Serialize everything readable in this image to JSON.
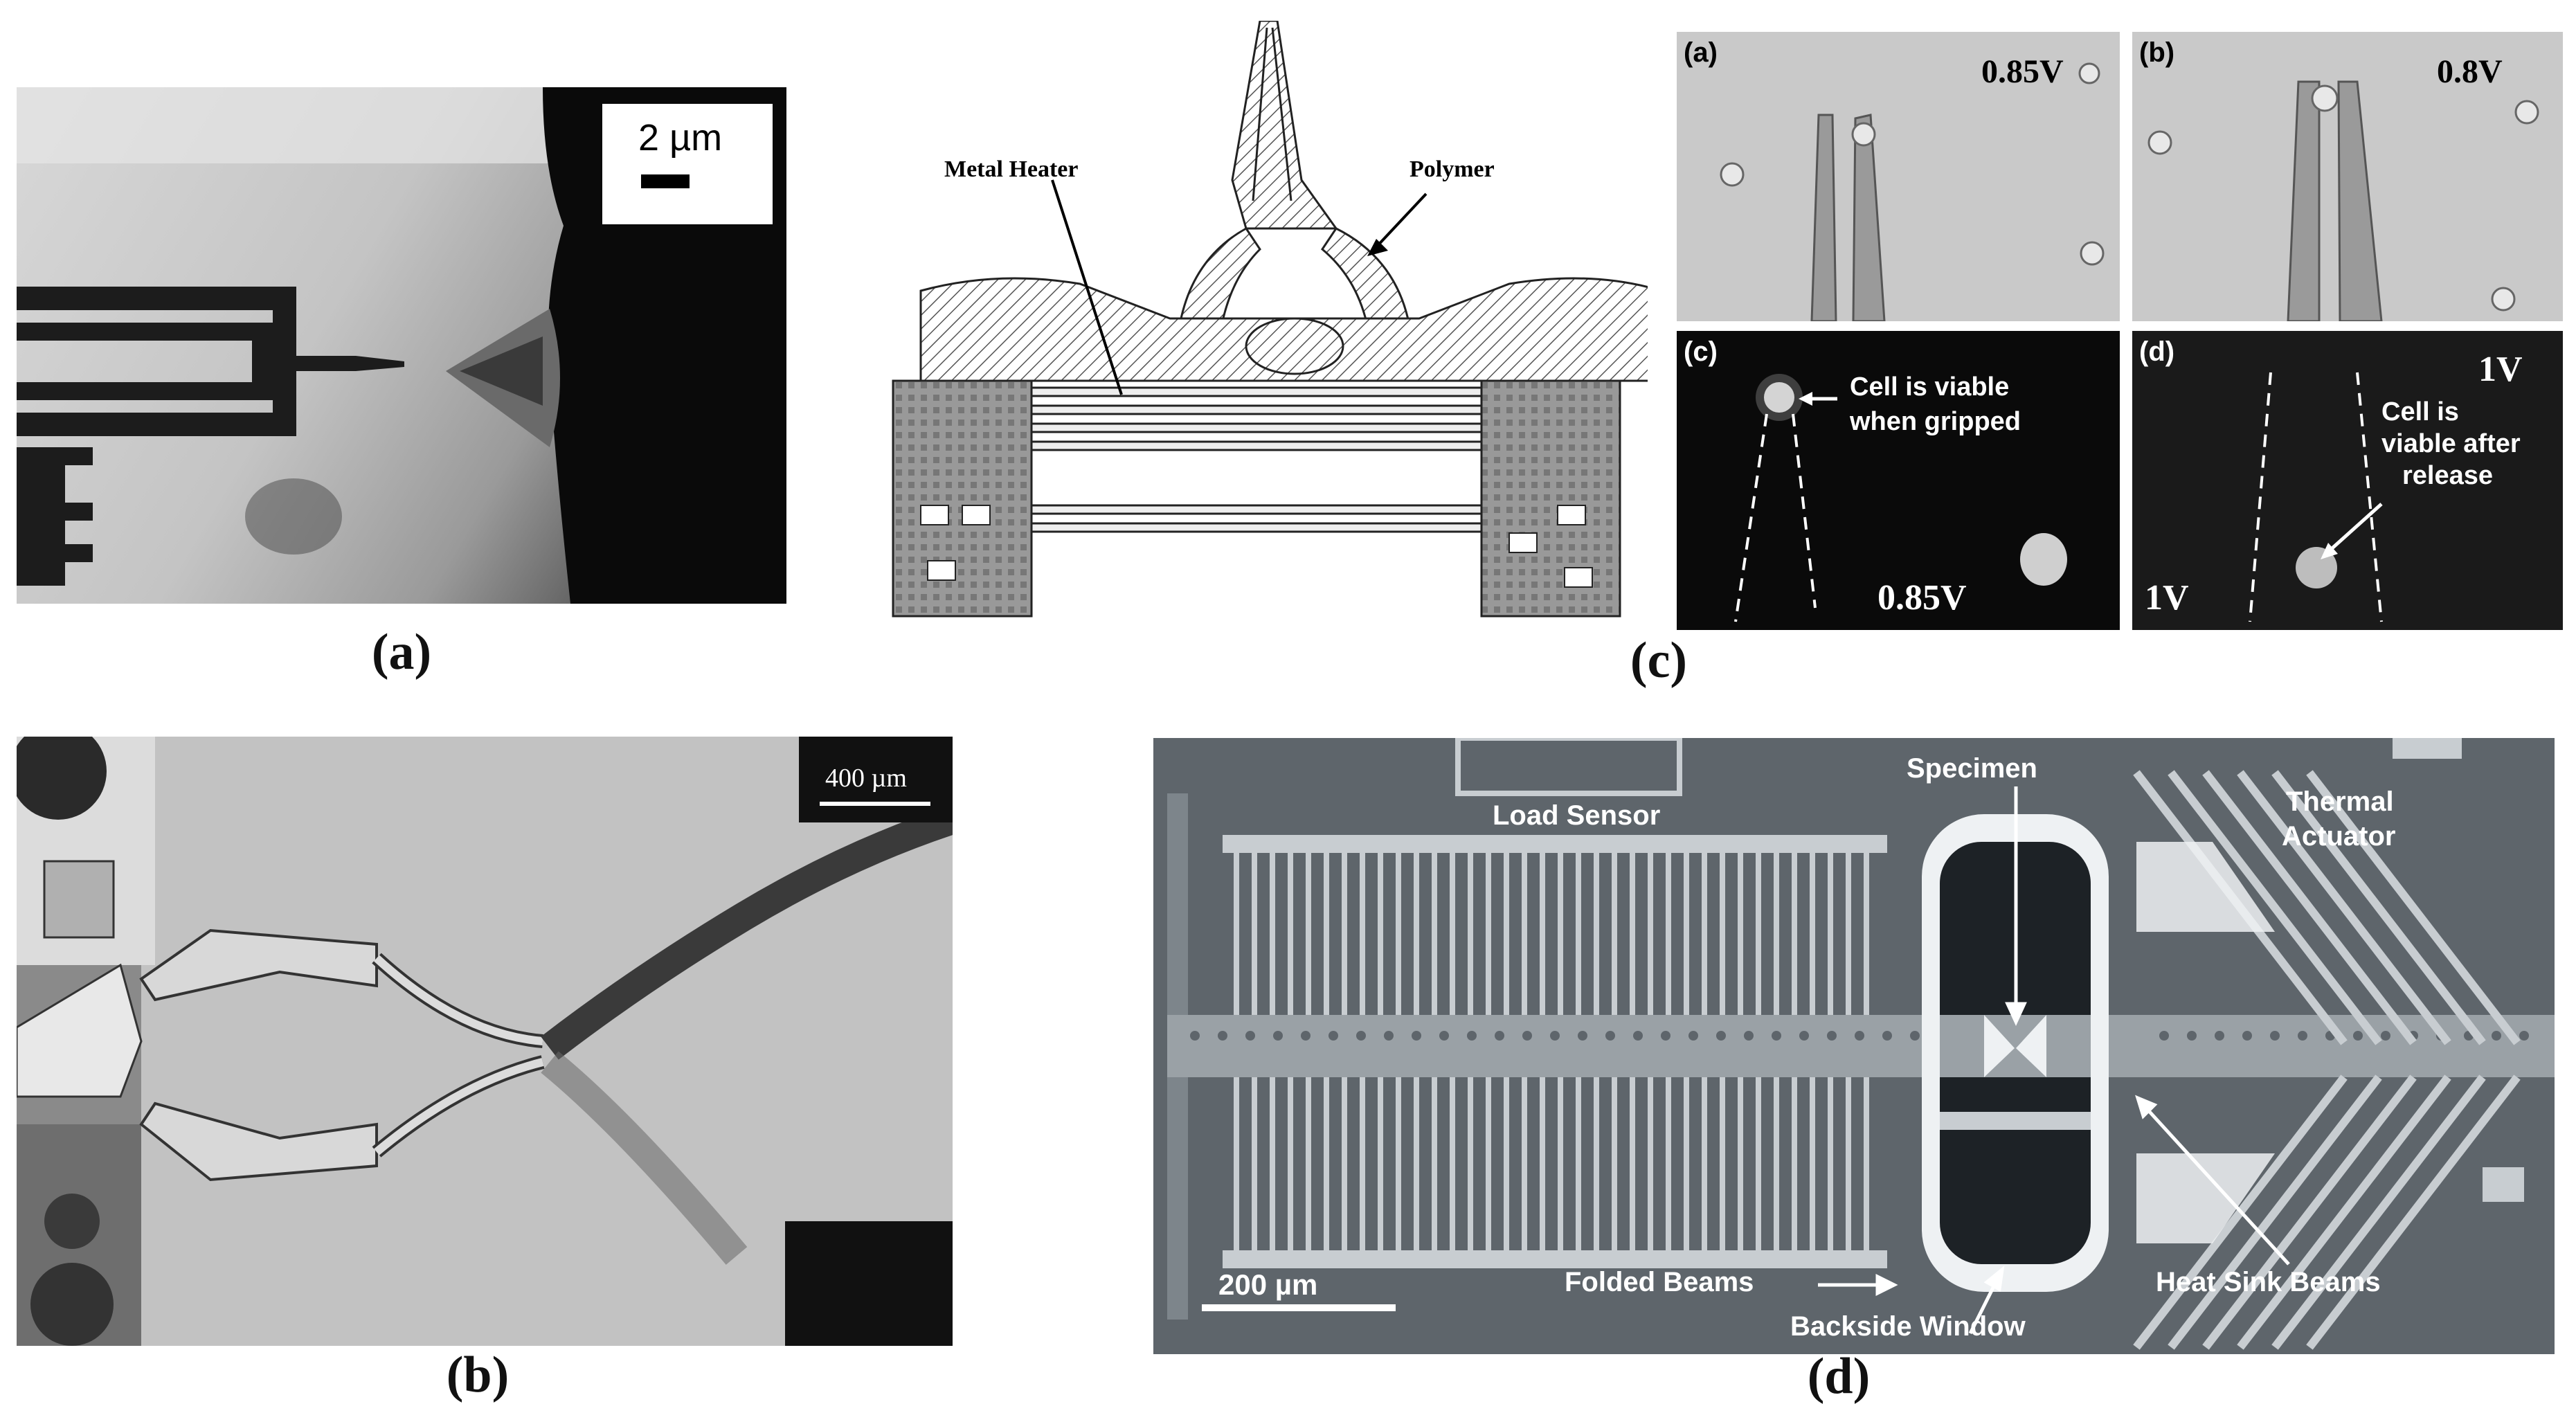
{
  "panel_a": {
    "scale_text": "2 µm",
    "caption": "(a)"
  },
  "panel_b": {
    "scale_text": "400 µm",
    "caption": "(b)"
  },
  "panel_c": {
    "caption": "(c)",
    "diagram": {
      "label_heater": "Metal Heater",
      "label_polymer": "Polymer"
    },
    "sub_a": {
      "tag": "(a)",
      "voltage": "0.85V"
    },
    "sub_b": {
      "tag": "(b)",
      "voltage": "0.8V"
    },
    "sub_c": {
      "tag": "(c)",
      "note_line1": "Cell is viable",
      "note_line2": "when gripped",
      "voltage": "0.85V"
    },
    "sub_d": {
      "tag": "(d)",
      "voltage_top": "1V",
      "note_line1": "Cell is",
      "note_line2": "viable after",
      "note_line3": "release",
      "voltage_bottom": "1V"
    }
  },
  "panel_d": {
    "caption": "(d)",
    "label_specimen": "Specimen",
    "label_load_sensor": "Load Sensor",
    "label_thermal_1": "Thermal",
    "label_thermal_2": "Actuator",
    "label_folded": "Folded Beams",
    "label_backside": "Backside Window",
    "label_heatsink": "Heat Sink Beams",
    "scale_text": "200 µm"
  },
  "colors": {
    "background": "#ffffff",
    "caption": "#111111"
  }
}
